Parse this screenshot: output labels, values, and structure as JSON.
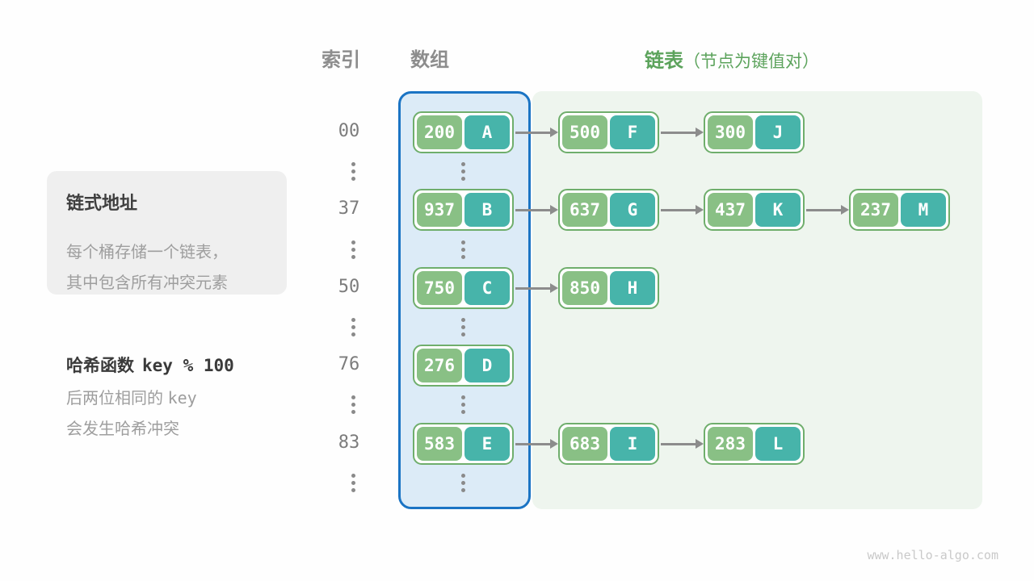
{
  "headers": {
    "index": "索引",
    "array": "数组",
    "list": "链表",
    "list_note": "（节点为键值对）"
  },
  "info_box": {
    "title": "链式地址",
    "lines": [
      "每个桶存储一个链表，",
      "其中包含所有冲突元素"
    ]
  },
  "hash_note": {
    "title_cjk": "哈希函数",
    "title_code": "key % 100",
    "line1_cjk": "后两位相同的 ",
    "line1_code": "key",
    "line2": "会发生哈希冲突"
  },
  "watermark": "www.hello-algo.com",
  "colors": {
    "header_gray": "#8d8d8d",
    "header_green": "#5ca35c",
    "array_region_fill": "#dcebf7",
    "array_region_border": "#1b74c4",
    "list_region_fill": "#eef5ee",
    "node_border": "#6fae6c",
    "key_cell_fill": "#89c085",
    "value_cell_fill": "#47b4aa",
    "arrow_gray": "#8c8c8c",
    "info_box_fill": "#efefef"
  },
  "rows": [
    {
      "type": "entry",
      "index": "00",
      "nodes": [
        {
          "key": "200",
          "value": "A"
        },
        {
          "key": "500",
          "value": "F"
        },
        {
          "key": "300",
          "value": "J"
        }
      ]
    },
    {
      "type": "dots"
    },
    {
      "type": "entry",
      "index": "37",
      "nodes": [
        {
          "key": "937",
          "value": "B"
        },
        {
          "key": "637",
          "value": "G"
        },
        {
          "key": "437",
          "value": "K"
        },
        {
          "key": "237",
          "value": "M"
        }
      ]
    },
    {
      "type": "dots"
    },
    {
      "type": "entry",
      "index": "50",
      "nodes": [
        {
          "key": "750",
          "value": "C"
        },
        {
          "key": "850",
          "value": "H"
        }
      ]
    },
    {
      "type": "dots"
    },
    {
      "type": "entry",
      "index": "76",
      "nodes": [
        {
          "key": "276",
          "value": "D"
        }
      ]
    },
    {
      "type": "dots"
    },
    {
      "type": "entry",
      "index": "83",
      "nodes": [
        {
          "key": "583",
          "value": "E"
        },
        {
          "key": "683",
          "value": "I"
        },
        {
          "key": "283",
          "value": "L"
        }
      ]
    },
    {
      "type": "dots"
    }
  ]
}
